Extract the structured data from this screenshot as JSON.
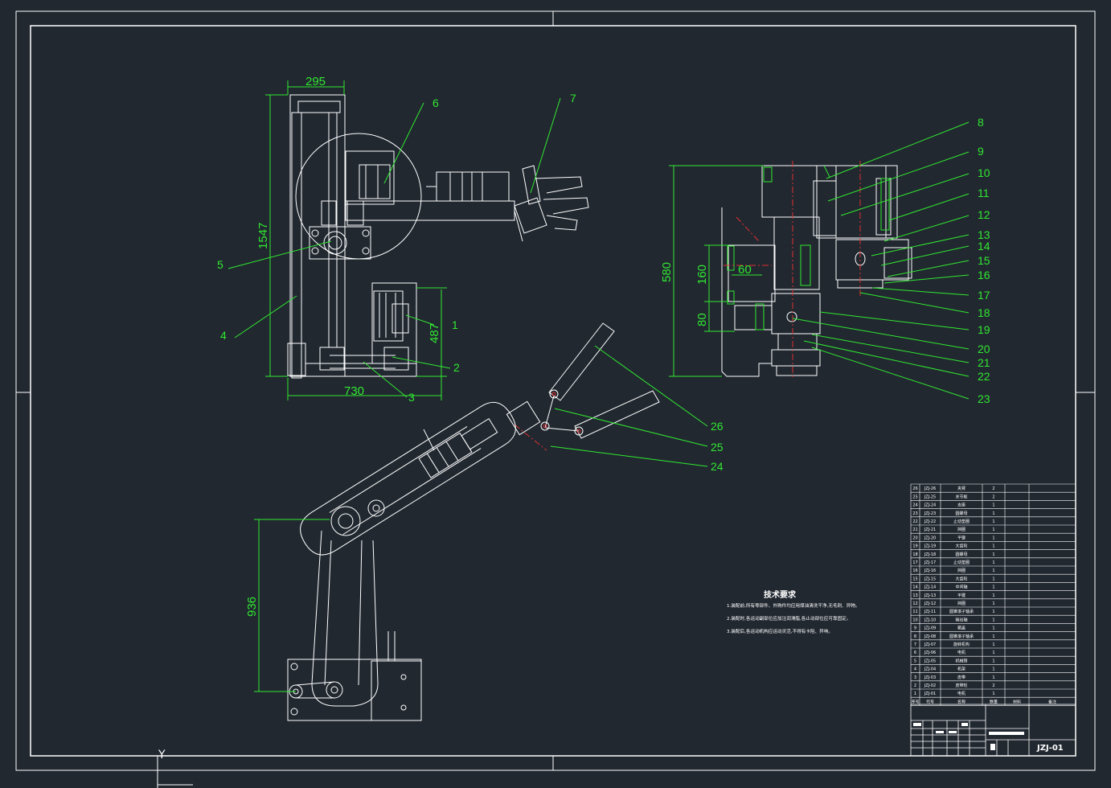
{
  "dimensions": {
    "top_width": "295",
    "total_height": "1547",
    "base_width": "730",
    "base_height": "487",
    "section_total": "580",
    "section_mid": "160",
    "section_low": "80",
    "section_center": "60",
    "arm_height": "936"
  },
  "callouts": [
    "1",
    "2",
    "3",
    "4",
    "5",
    "6",
    "7",
    "8",
    "9",
    "10",
    "11",
    "12",
    "13",
    "14",
    "15",
    "16",
    "17",
    "18",
    "19",
    "20",
    "21",
    "22",
    "23",
    "24",
    "25",
    "26"
  ],
  "tech_requirements": {
    "title": "技术要求",
    "lines": [
      "1.装配前,所有零部件、外购件均应用煤油清洗干净,无毛刺、异物。",
      "2.装配时,各运动副部位应加注润滑脂,各止动部位应可靠固定。",
      "3.装配后,各运动机构应运动灵活,不得有卡阻、异响。"
    ]
  },
  "parts_table": {
    "headers": [
      "序号",
      "代号",
      "名称",
      "数量",
      "材料",
      "备注"
    ],
    "rows": [
      [
        "26",
        "JZJ-26",
        "夹臂",
        "2"
      ],
      [
        "25",
        "JZJ-25",
        "关节板",
        "2"
      ],
      [
        "24",
        "JZJ-24",
        "支座",
        "1"
      ],
      [
        "23",
        "JZJ-23",
        "圆螺母",
        "1"
      ],
      [
        "22",
        "JZJ-22",
        "止动垫圈",
        "1"
      ],
      [
        "21",
        "JZJ-21",
        "挡圈",
        "1"
      ],
      [
        "20",
        "JZJ-20",
        "平键",
        "1"
      ],
      [
        "19",
        "JZJ-19",
        "大齿轮",
        "1"
      ],
      [
        "18",
        "JZJ-18",
        "圆螺母",
        "1"
      ],
      [
        "17",
        "JZJ-17",
        "止动垫圈",
        "1"
      ],
      [
        "16",
        "JZJ-16",
        "挡圈",
        "1"
      ],
      [
        "15",
        "JZJ-15",
        "大齿轮",
        "1"
      ],
      [
        "14",
        "JZJ-14",
        "中间轴",
        "1"
      ],
      [
        "13",
        "JZJ-13",
        "平键",
        "1"
      ],
      [
        "12",
        "JZJ-12",
        "挡圈",
        "1"
      ],
      [
        "11",
        "JZJ-11",
        "圆锥滚子轴承",
        "1"
      ],
      [
        "10",
        "JZJ-10",
        "输出轴",
        "1"
      ],
      [
        "9",
        "JZJ-09",
        "箱盖",
        "1"
      ],
      [
        "8",
        "JZJ-08",
        "圆锥滚子轴承",
        "1"
      ],
      [
        "7",
        "JZJ-07",
        "旋转机构",
        "1"
      ],
      [
        "6",
        "JZJ-06",
        "电机",
        "1"
      ],
      [
        "5",
        "JZJ-05",
        "机械臂",
        "1"
      ],
      [
        "4",
        "JZJ-04",
        "机架",
        "1"
      ],
      [
        "3",
        "JZJ-03",
        "皮带",
        "1"
      ],
      [
        "2",
        "JZJ-02",
        "皮带轮",
        "2"
      ],
      [
        "1",
        "JZJ-01",
        "电机",
        "1"
      ]
    ]
  },
  "drawing_number": "JZJ-01",
  "axis_letter": "Y"
}
